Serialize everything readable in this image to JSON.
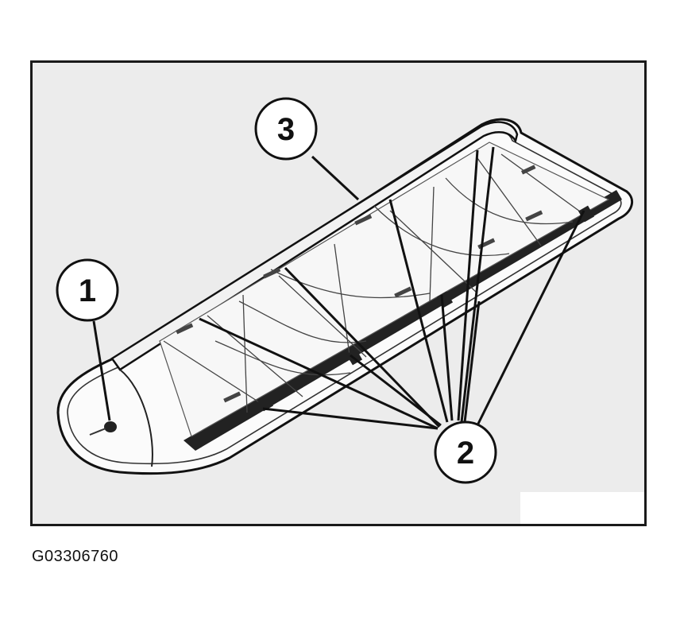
{
  "figure": {
    "code": "G03306760",
    "callouts": [
      {
        "id": "callout-1",
        "label": "1"
      },
      {
        "id": "callout-2",
        "label": "2"
      },
      {
        "id": "callout-3",
        "label": "3"
      }
    ]
  }
}
